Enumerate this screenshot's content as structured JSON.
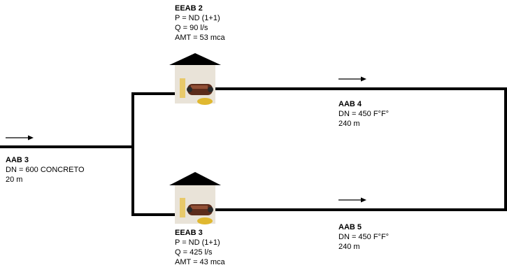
{
  "stations": [
    {
      "id": "eeab2",
      "title": "EEAB 2",
      "pumps": "P = ND (1+1)",
      "flow": "Q = 90 l/s",
      "head": "AMT = 53 mca"
    },
    {
      "id": "eeab3",
      "title": "EEAB 3",
      "pumps": "P = ND (1+1)",
      "flow": "Q = 425 l/s",
      "head": "AMT = 43 mca"
    }
  ],
  "pipes": [
    {
      "id": "aab3",
      "title": "AAB 3",
      "diameter": "DN = 600 CONCRETO",
      "length": "20 m"
    },
    {
      "id": "aab4",
      "title": "AAB 4",
      "diameter": "DN = 450 F°F°",
      "length": "240 m"
    },
    {
      "id": "aab5",
      "title": "AAB 5",
      "diameter": "DN = 450 F°F°",
      "length": "240 m"
    }
  ],
  "colors": {
    "pipe": "#000000",
    "building_wall": "#e8e2d6",
    "roof": "#000000",
    "pump_body": "#5a2a1a",
    "pump_accent": "#e0b830"
  }
}
